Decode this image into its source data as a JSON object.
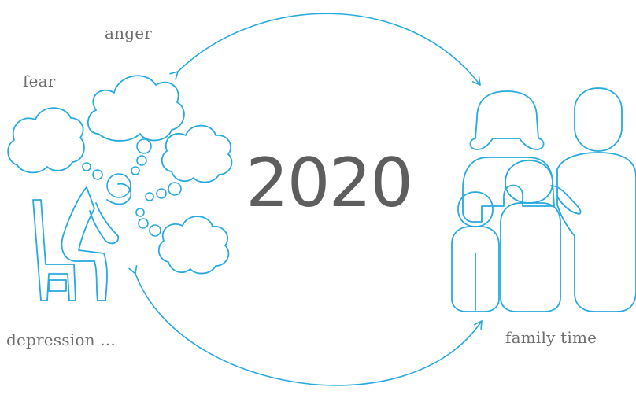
{
  "center": {
    "year": "2020"
  },
  "labels": {
    "anger": "anger",
    "fear": "fear",
    "depression": "depression ...",
    "family": "family time"
  },
  "colors": {
    "line": "#27a9e1",
    "text": "#6f6f6f",
    "year": "#5e5e5e"
  },
  "icons": [
    "anger-cloud-icon",
    "fear-cloud-icon",
    "thought-bubble-icon",
    "worried-person-on-chair-icon",
    "family-group-icon",
    "cycle-arrow-icon"
  ]
}
